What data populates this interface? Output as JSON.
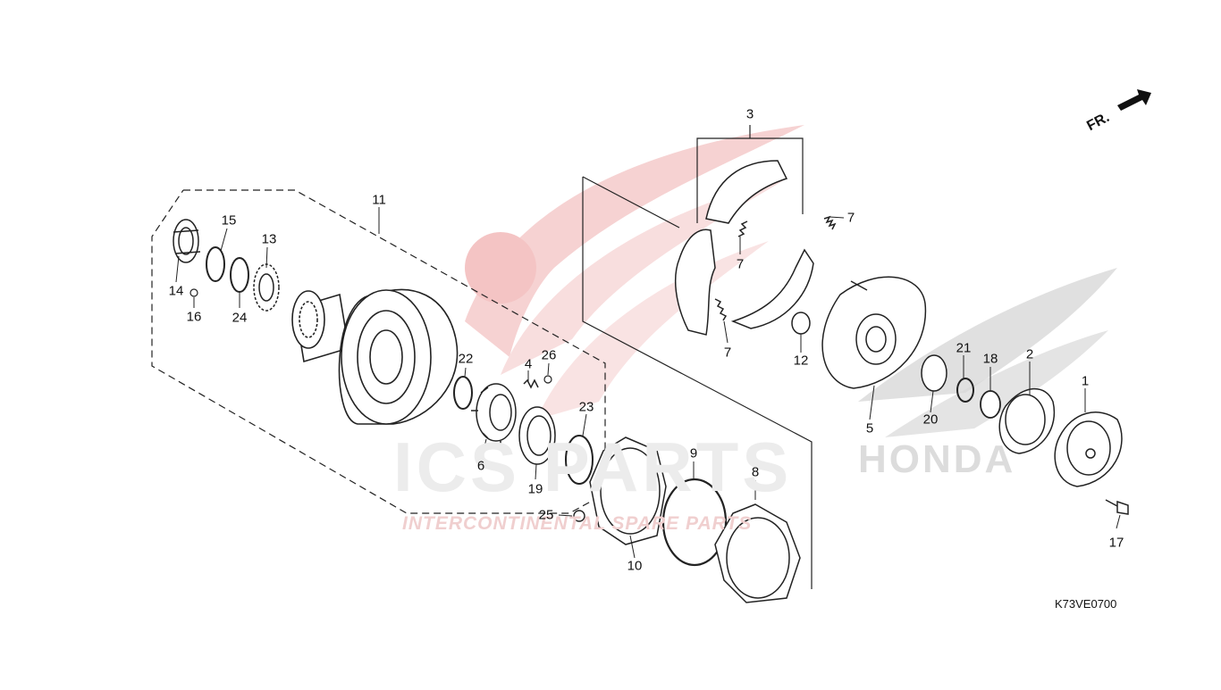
{
  "diagram": {
    "direction_label": "FR.",
    "part_code": "K73VE0700",
    "watermark": {
      "brand": "ICS PARTS",
      "tagline": "INTERCONTINENTAL SPARE PARTS",
      "maker": "HONDA"
    },
    "callouts": [
      {
        "id": "c1",
        "text": "1"
      },
      {
        "id": "c2",
        "text": "2"
      },
      {
        "id": "c3",
        "text": "3"
      },
      {
        "id": "c4",
        "text": "4"
      },
      {
        "id": "c5",
        "text": "5"
      },
      {
        "id": "c6",
        "text": "6"
      },
      {
        "id": "c7a",
        "text": "7"
      },
      {
        "id": "c7b",
        "text": "7"
      },
      {
        "id": "c7c",
        "text": "7"
      },
      {
        "id": "c8",
        "text": "8"
      },
      {
        "id": "c9",
        "text": "9"
      },
      {
        "id": "c10",
        "text": "10"
      },
      {
        "id": "c11",
        "text": "11"
      },
      {
        "id": "c12",
        "text": "12"
      },
      {
        "id": "c13",
        "text": "13"
      },
      {
        "id": "c14",
        "text": "14"
      },
      {
        "id": "c15",
        "text": "15"
      },
      {
        "id": "c16",
        "text": "16"
      },
      {
        "id": "c17",
        "text": "17"
      },
      {
        "id": "c18",
        "text": "18"
      },
      {
        "id": "c19",
        "text": "19"
      },
      {
        "id": "c20",
        "text": "20"
      },
      {
        "id": "c21",
        "text": "21"
      },
      {
        "id": "c22",
        "text": "22"
      },
      {
        "id": "c23",
        "text": "23"
      },
      {
        "id": "c24",
        "text": "24"
      },
      {
        "id": "c25",
        "text": "25"
      },
      {
        "id": "c26",
        "text": "26"
      }
    ]
  }
}
